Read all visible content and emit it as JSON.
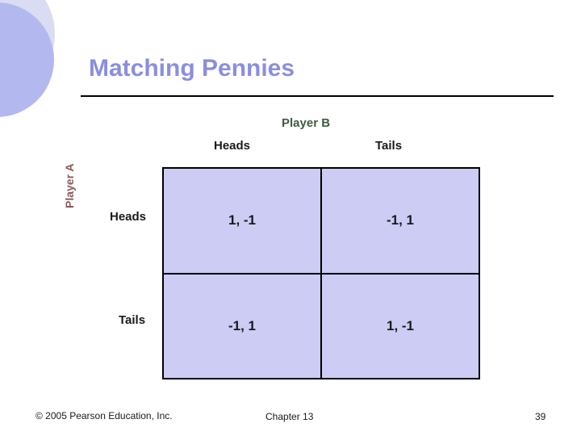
{
  "slide": {
    "title": "Matching Pennies",
    "colors": {
      "title": "#8b8ede",
      "cell_fill": "#ccccf5",
      "player_b_label": "#3d5c3d",
      "player_a_label": "#8b5a5a",
      "deco_circle_front": "#b3b9ee",
      "deco_circle_back": "#d9dcf2"
    }
  },
  "matrix": {
    "column_player_label": "Player B",
    "row_player_label": "Player A",
    "column_headers": [
      "Heads",
      "Tails"
    ],
    "row_headers": [
      "Heads",
      "Tails"
    ],
    "cells": [
      [
        "1, -1",
        "-1, 1"
      ],
      [
        "-1, 1",
        "1, -1"
      ]
    ]
  },
  "footer": {
    "copyright": "© 2005 Pearson Education, Inc.",
    "chapter": "Chapter 13",
    "page_number": "39"
  }
}
